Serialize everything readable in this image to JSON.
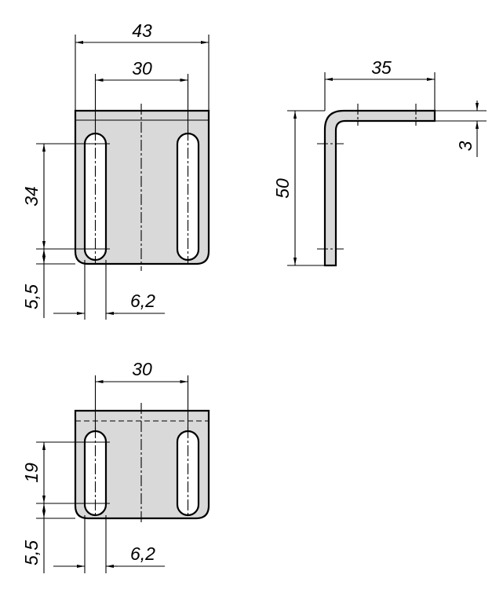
{
  "colors": {
    "part_fill": "#d9d9d9",
    "line": "#000000",
    "background": "#ffffff"
  },
  "views": {
    "front_large": {
      "width": "43",
      "slot_spacing": "30",
      "slot_length": "34",
      "bottom_offset": "5,5",
      "slot_width": "6,2"
    },
    "side": {
      "leg": "35",
      "height": "50",
      "thickness": "3"
    },
    "front_small": {
      "slot_spacing": "30",
      "slot_length": "19",
      "bottom_offset": "5,5",
      "slot_width": "6,2"
    }
  }
}
